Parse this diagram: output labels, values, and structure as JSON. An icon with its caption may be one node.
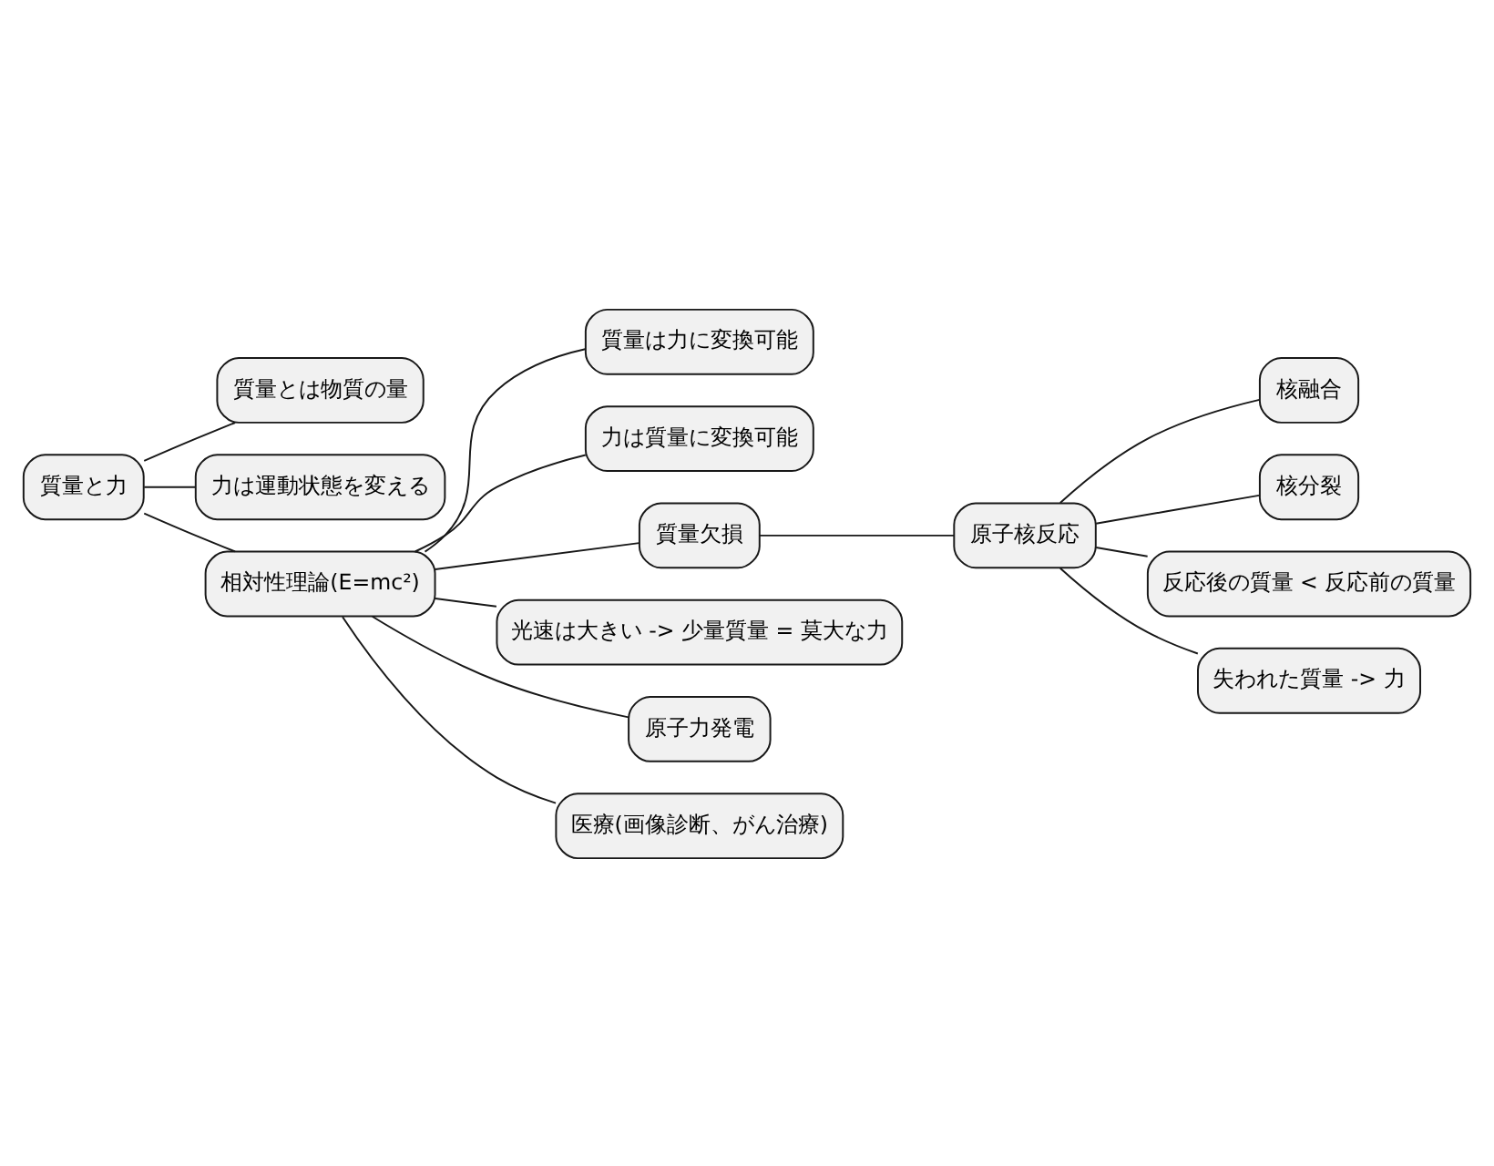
{
  "diagram": {
    "nodes": [
      {
        "text": [
          "質量と力"
        ]
      },
      {
        "text": [
          "質量とは物質の量"
        ]
      },
      {
        "text": [
          "力は運動状態を変える"
        ]
      },
      {
        "text": [
          "相対性理論(E=mc²)"
        ]
      },
      {
        "text": [
          "質量は力に変換可能"
        ]
      },
      {
        "text": [
          "力は質量に変換可能"
        ]
      },
      {
        "text": [
          "質量欠損"
        ]
      },
      {
        "text": [
          "原子核反応"
        ]
      },
      {
        "text": [
          "核融合"
        ]
      },
      {
        "text": [
          "核分裂"
        ]
      },
      {
        "text": [
          "反応後の質量 < 反応前の質量"
        ]
      },
      {
        "text": [
          "失われた質量 -> 力"
        ]
      },
      {
        "text": [
          "光速は大きい -> 少量質量 = 莫大な力"
        ]
      },
      {
        "text": [
          "原子力発電"
        ]
      },
      {
        "text": [
          "医療(画像診断、がん治療)"
        ]
      }
    ],
    "edges": [
      {
        "from": 0,
        "to": 1,
        "arrow": "none"
      },
      {
        "from": 0,
        "to": 2,
        "arrow": "none"
      },
      {
        "from": 0,
        "to": 3,
        "arrow": "none"
      },
      {
        "from": 3,
        "to": 4,
        "arrow": "none"
      },
      {
        "from": 3,
        "to": 5,
        "arrow": "none"
      },
      {
        "from": 3,
        "to": 6,
        "arrow": "none"
      },
      {
        "from": 6,
        "to": 7,
        "arrow": "none"
      },
      {
        "from": 7,
        "to": 8,
        "arrow": "none"
      },
      {
        "from": 7,
        "to": 9,
        "arrow": "none"
      },
      {
        "from": 7,
        "to": 10,
        "arrow": "none"
      },
      {
        "from": 7,
        "to": 11,
        "arrow": "none"
      },
      {
        "from": 3,
        "to": 12,
        "arrow": "none"
      },
      {
        "from": 3,
        "to": 13,
        "arrow": "none"
      },
      {
        "from": 3,
        "to": 14,
        "arrow": "none"
      }
    ]
  }
}
